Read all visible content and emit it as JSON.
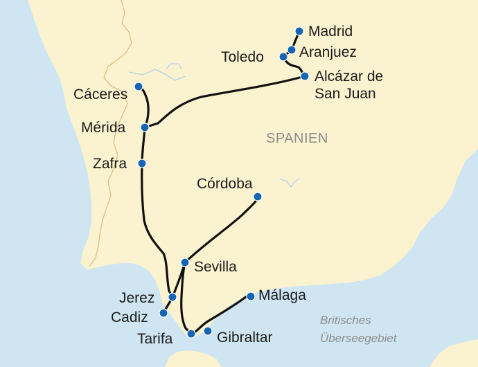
{
  "colors": {
    "sea": "#cfe6f2",
    "land": "#fbf2cf",
    "land_shade": "#f7e9bc",
    "route": "#111111",
    "city_dot": "#1565b2",
    "border": "#d8b772",
    "muted_text": "#8c8c8c"
  },
  "map": {
    "region_label": "SPANIEN",
    "territory_label_line1": "Britisches",
    "territory_label_line2": "Überseegebiet"
  },
  "cities": [
    {
      "id": "madrid",
      "name": "Madrid"
    },
    {
      "id": "aranjuez",
      "name": "Aranjuez"
    },
    {
      "id": "toledo",
      "name": "Toledo"
    },
    {
      "id": "alcazar",
      "name_line1": "Alcázar de",
      "name_line2": "San Juan"
    },
    {
      "id": "caceres",
      "name": "Cáceres"
    },
    {
      "id": "merida",
      "name": "Mérida"
    },
    {
      "id": "zafra",
      "name": "Zafra"
    },
    {
      "id": "cordoba",
      "name": "Córdoba"
    },
    {
      "id": "sevilla",
      "name": "Sevilla"
    },
    {
      "id": "jerez",
      "name": "Jerez"
    },
    {
      "id": "cadiz",
      "name": "Cadiz"
    },
    {
      "id": "malaga",
      "name": "Málaga"
    },
    {
      "id": "tarifa",
      "name": "Tarifa"
    },
    {
      "id": "gibraltar",
      "name": "Gibraltar"
    }
  ],
  "route_order": [
    "madrid",
    "aranjuez",
    "toledo",
    "alcazar",
    "merida",
    "caceres",
    "zafra",
    "jerez",
    "cadiz",
    "sevilla",
    "cordoba",
    "tarifa",
    "gibraltar",
    "malaga"
  ]
}
